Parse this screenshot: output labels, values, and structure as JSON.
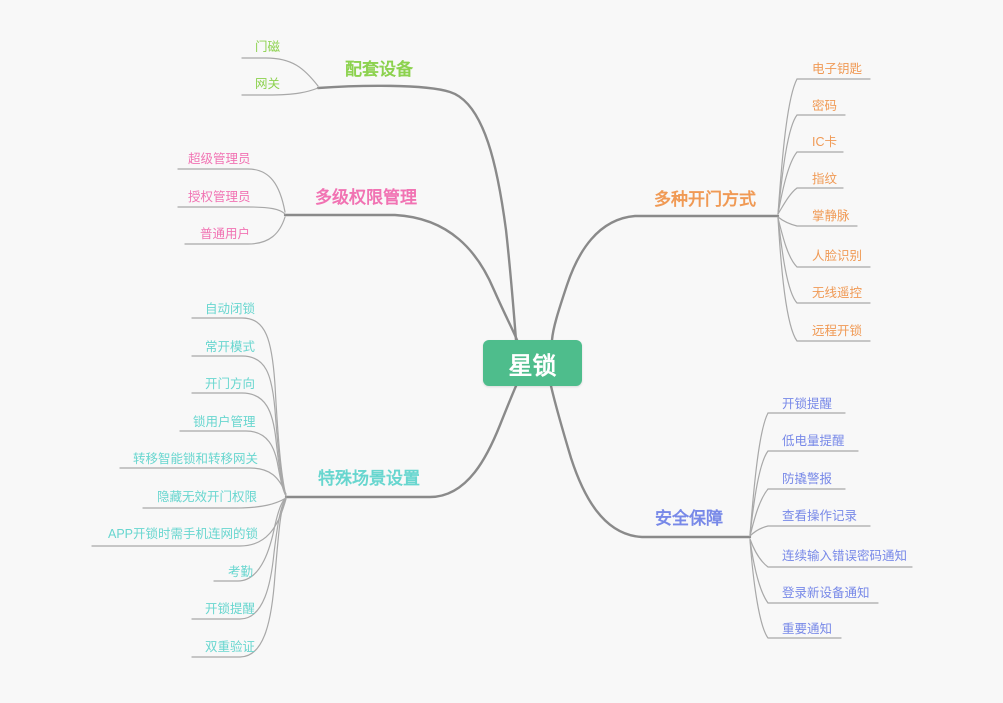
{
  "center": {
    "label": "星锁"
  },
  "colors": {
    "center_bg": "#4ebd8c",
    "center_text": "#ffffff",
    "green": "#8cd24e",
    "pink": "#f173b3",
    "teal": "#68d6cf",
    "orange": "#f09a55",
    "blue": "#7889e8",
    "branch_line": "#8a8a8a",
    "child_line": "#a8a8a8"
  },
  "branches": [
    {
      "label": "配套设备",
      "color": "#8cd24e",
      "children": [
        "门磁",
        "网关"
      ]
    },
    {
      "label": "多级权限管理",
      "color": "#f173b3",
      "children": [
        "超级管理员",
        "授权管理员",
        "普通用户"
      ]
    },
    {
      "label": "特殊场景设置",
      "color": "#68d6cf",
      "children": [
        "自动闭锁",
        "常开模式",
        "开门方向",
        "锁用户管理",
        "转移智能锁和转移网关",
        "隐藏无效开门权限",
        "APP开锁时需手机连网的锁",
        "考勤",
        "开锁提醒",
        "双重验证"
      ]
    },
    {
      "label": "多种开门方式",
      "color": "#f09a55",
      "children": [
        "电子钥匙",
        "密码",
        "IC卡",
        "指纹",
        "掌静脉",
        "人脸识别",
        "无线遥控",
        "远程开锁"
      ]
    },
    {
      "label": "安全保障",
      "color": "#7889e8",
      "children": [
        "开锁提醒",
        "低电量提醒",
        "防撬警报",
        "查看操作记录",
        "连续输入错误密码通知",
        "登录新设备通知",
        "重要通知"
      ]
    }
  ]
}
